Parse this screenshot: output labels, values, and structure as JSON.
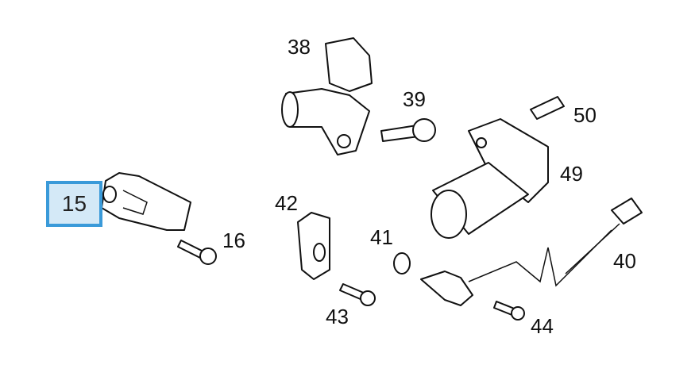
{
  "diagram": {
    "highlighted_callout": "15",
    "highlight_color": "#3a9ad9",
    "callouts": [
      "38",
      "39",
      "50",
      "49",
      "16",
      "42",
      "41",
      "40",
      "43",
      "44"
    ]
  }
}
